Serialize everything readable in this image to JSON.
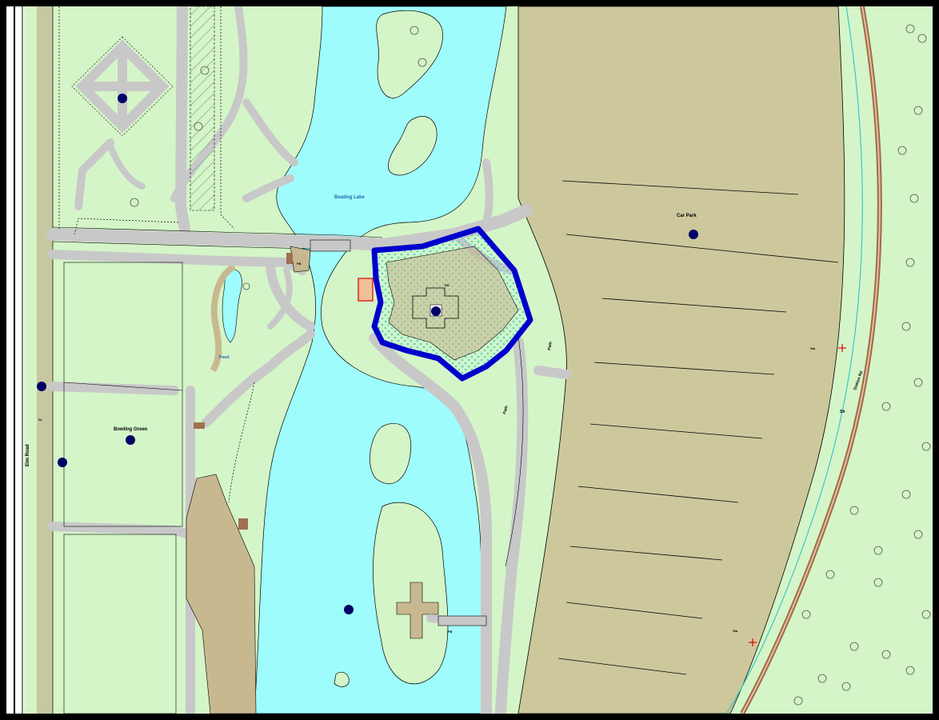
{
  "map": {
    "labels": {
      "lake": "Boating Lake",
      "pond": "Pond",
      "car_park": "Car Park",
      "bowling_green": "Bowling Green",
      "road_left": "Elm Road",
      "road_right": "Station Rd",
      "path_a": "Path",
      "path_b": "Path",
      "small_a": "Sta",
      "small_b": "Sta",
      "small_c": "PH",
      "small_d": "FB",
      "small_e": "FB",
      "small_f": "SL",
      "small_g": "Sh"
    },
    "colors": {
      "grass": "#d4f5c8",
      "water": "#9ffcfc",
      "path": "#c8c8c8",
      "car_park": "#ccc89c",
      "soil": "#c8b890",
      "selection": "#0000cc",
      "marker": "#000066",
      "rail": "#a06a4a"
    }
  }
}
